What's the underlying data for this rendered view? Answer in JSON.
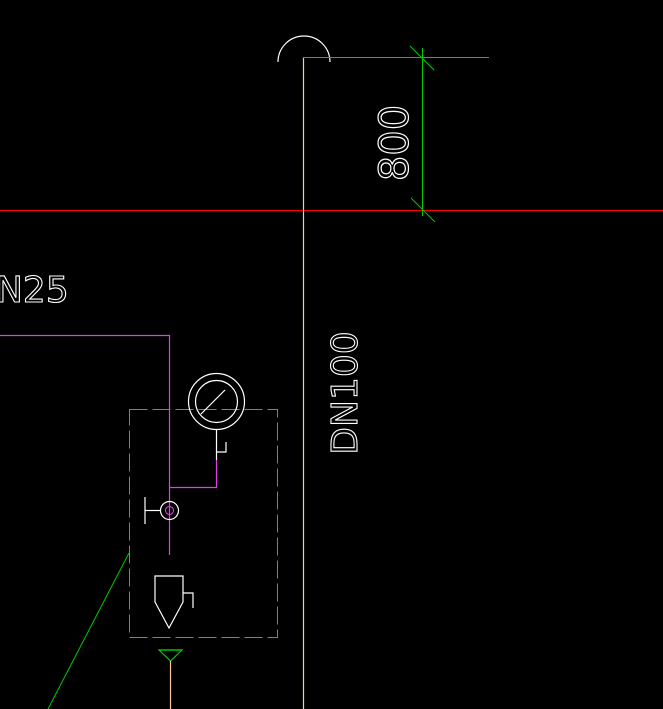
{
  "drawing": {
    "background_color": "#000000",
    "labels": {
      "dimension_value": "800",
      "main_pipe_size": "DN100",
      "branch_pipe_size": "N25"
    },
    "layer_colors": {
      "dimension": "#00cc00",
      "reference_line": "#ff0000",
      "main_pipe": "#ffc8a0",
      "branch_pipe": "#e040e0",
      "equipment_frame": "#808080",
      "symbols": "#ffffff",
      "drain_symbol": "#00cc00",
      "text": "#ffffff"
    }
  }
}
